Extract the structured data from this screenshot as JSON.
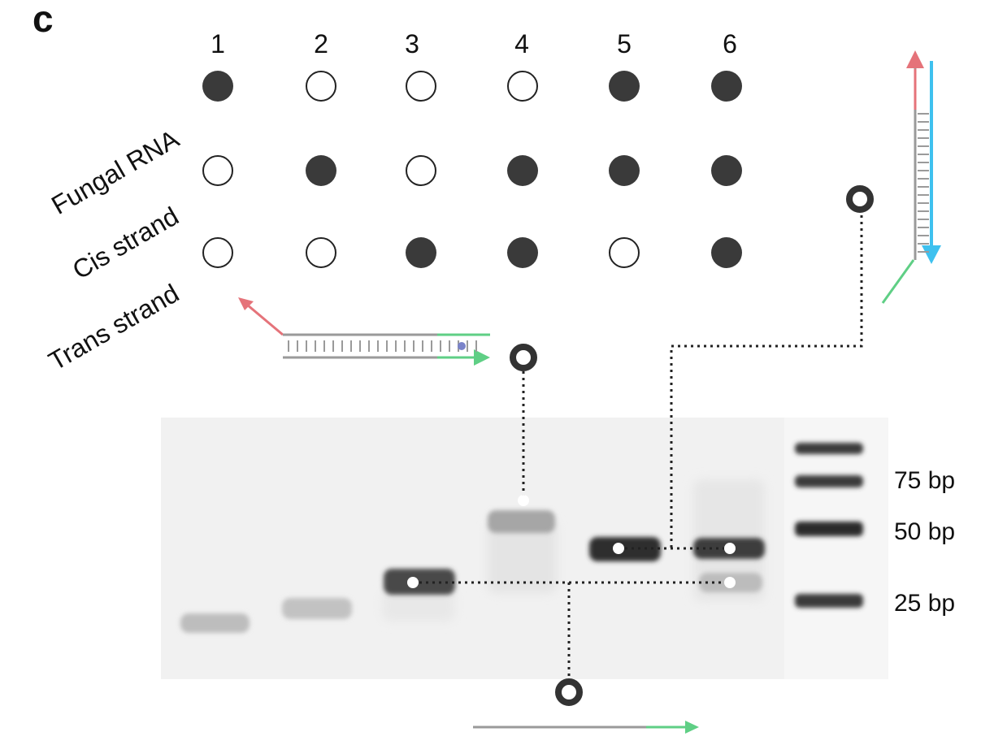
{
  "panel_label": "c",
  "lanes": [
    "1",
    "2",
    "3",
    "4",
    "5",
    "6"
  ],
  "rows": [
    {
      "label": "Fungal RNA",
      "present": [
        true,
        false,
        false,
        false,
        true,
        true
      ]
    },
    {
      "label": "Cis strand",
      "present": [
        false,
        true,
        false,
        true,
        true,
        true
      ]
    },
    {
      "label": "Trans strand",
      "present": [
        false,
        false,
        true,
        true,
        false,
        true
      ]
    }
  ],
  "markers": [
    "75 bp",
    "50 bp",
    "25 bp"
  ],
  "colors": {
    "filled_dot": "#3a3a3a",
    "fungal_rna_arrow": "#e5737a",
    "cis_strand_arrow": "#3ec1ef",
    "trans_strand_arrow": "#5fcf85",
    "duplex_gray": "#9a9a9a",
    "dot_accent": "#7a83c9",
    "gel_background": "#f1f1f1"
  }
}
